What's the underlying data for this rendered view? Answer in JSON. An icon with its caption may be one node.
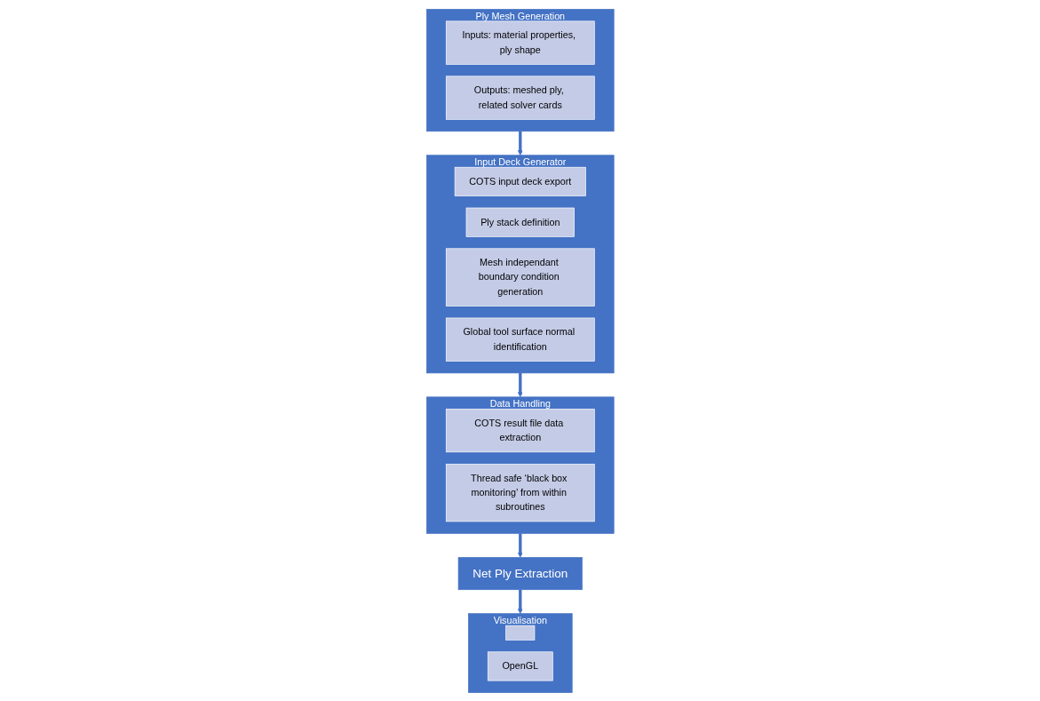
{
  "diagram": {
    "nodes": [
      {
        "text": [
          "Ply Mesh Generation"
        ]
      },
      {
        "text": [
          "Inputs: material properties, ply shape"
        ],
        "in": 0
      },
      {
        "text": [
          "Outputs: meshed ply, related solver cards"
        ],
        "in": 0
      },
      {
        "text": [
          "Input Deck Generator"
        ]
      },
      {
        "text": [
          "COTS input deck export"
        ],
        "in": 3
      },
      {
        "text": [
          "Ply stack definition"
        ],
        "in": 3
      },
      {
        "text": [
          "Mesh independant boundary condition generation"
        ],
        "in": 3
      },
      {
        "text": [
          "Global tool surface normal identification"
        ],
        "in": 3
      },
      {
        "text": [
          "Data Handling"
        ]
      },
      {
        "text": [
          "COTS result file data extraction"
        ],
        "in": 8
      },
      {
        "text": [
          "Thread safe ‘black box monitoring’ from within subroutines"
        ],
        "in": 8
      },
      {
        "text": [
          "Net Ply Extraction"
        ]
      },
      {
        "text": [
          "Visualisation"
        ]
      },
      {
        "text": [],
        "shape": "box",
        "in": 12
      },
      {
        "text": [
          "OpenGL"
        ],
        "in": 12
      }
    ],
    "edges": [
      {
        "from": 0,
        "to": 3,
        "arrow": "to"
      },
      {
        "from": 3,
        "to": 8,
        "arrow": "to"
      },
      {
        "from": 8,
        "to": 11,
        "arrow": "to"
      },
      {
        "from": 11,
        "to": 12,
        "arrow": "to"
      }
    ]
  }
}
